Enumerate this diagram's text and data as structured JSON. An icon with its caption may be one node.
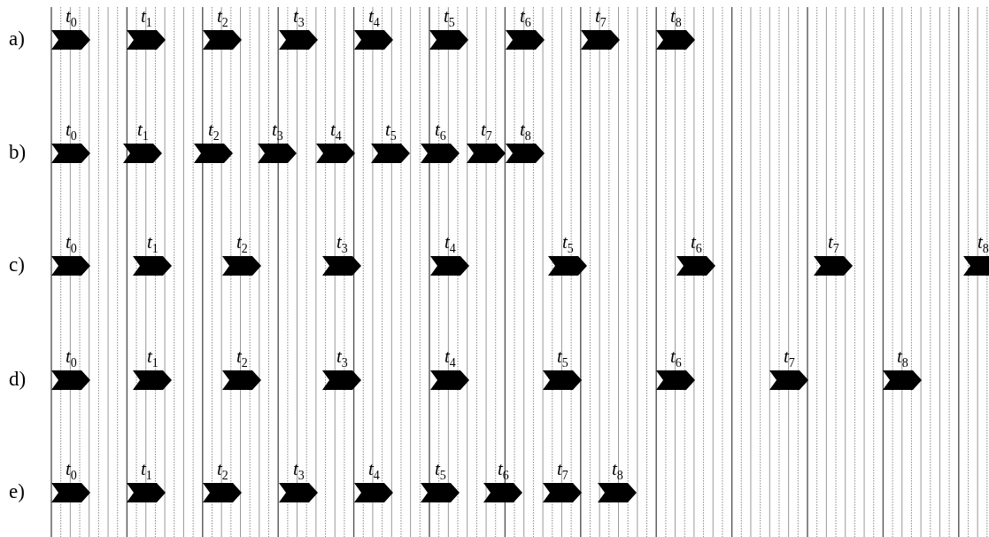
{
  "diagram": {
    "labels": [
      "a)",
      "*t*$_{0}$",
      "*t*$_{1}$",
      "*t*$_{2}$",
      "*t*$_{3}$",
      "*t*$_{4}$",
      "*t*$_{5}$",
      "*t*$_{6}$",
      "*t*$_{7}$",
      "*t*$_{8}$",
      "b)",
      "*t*$_{0}$",
      "*t*$_{1}$",
      "*t*$_{2}$",
      "*t*$_{3}$",
      "*t*$_{4}$",
      "*t*$_{5}$",
      "*t*$_{6}$",
      "*t*$_{7}$",
      "*t*$_{8}$",
      "c)",
      "*t*$_{0}$",
      "*t*$_{1}$",
      "*t*$_{2}$",
      "*t*$_{3}$",
      "*t*$_{4}$",
      "*t*$_{5}$",
      "*t*$_{6}$",
      "*t*$_{7}$",
      "*t*$_{8}$",
      "d)",
      "*t*$_{0}$",
      "*t*$_{1}$",
      "*t*$_{2}$",
      "*t*$_{3}$",
      "*t*$_{4}$",
      "*t*$_{5}$",
      "*t*$_{6}$",
      "*t*$_{7}$",
      "*t*$_{8}$",
      "e)",
      "*t*$_{0}$",
      "*t*$_{1}$",
      "*t*$_{2}$",
      "*t*$_{3}$",
      "*t*$_{4}$",
      "*t*$_{5}$",
      "*t*$_{6}$",
      "*t*$_{7}$",
      "*t*$_{8}$"
    ]
  }
}
